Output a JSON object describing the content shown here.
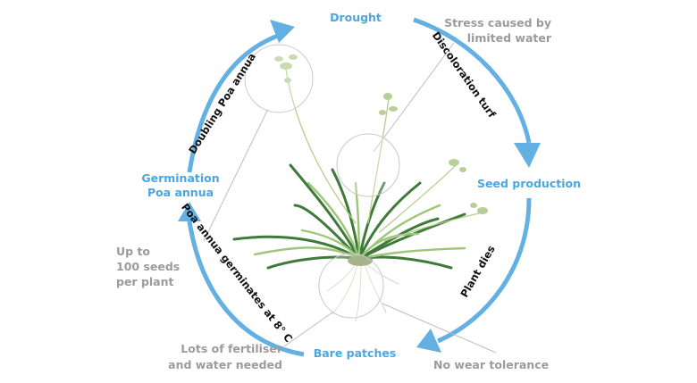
{
  "cycle": {
    "stages": [
      {
        "id": "drought",
        "label": "Drought"
      },
      {
        "id": "seed-production",
        "label": "Seed production"
      },
      {
        "id": "bare-patches",
        "label": "Bare patches"
      },
      {
        "id": "germination",
        "label_line1": "Germination",
        "label_line2": "Poa annua"
      }
    ],
    "transitions": [
      {
        "id": "discoloration",
        "label": "Discoloration turf"
      },
      {
        "id": "plant-dies",
        "label": "Plant dies"
      },
      {
        "id": "germinates",
        "label": "Poa annua germinates at 8° C"
      },
      {
        "id": "doubling",
        "label": "Doubling Poa annua"
      }
    ],
    "notes": {
      "stress": {
        "line1": "Stress caused by",
        "line2": "limited water"
      },
      "seeds": {
        "line1": "Up to",
        "line2": "100 seeds",
        "line3": "per plant"
      },
      "fertiliser": {
        "line1": "Lots of fertiliser",
        "line2": "and water needed"
      },
      "wear": {
        "line1": "No wear tolerance"
      }
    }
  },
  "colors": {
    "arrow": "#64b0e2",
    "stage_text": "#4da6dd",
    "note_text": "#9b9b9b",
    "transition_text": "#111111",
    "grass_dark": "#3f7a3a",
    "grass_light": "#9cc77a"
  },
  "icons": {
    "plant": "poa-annua-plant-illustration",
    "arrowheads": "triangle-arrowhead"
  }
}
